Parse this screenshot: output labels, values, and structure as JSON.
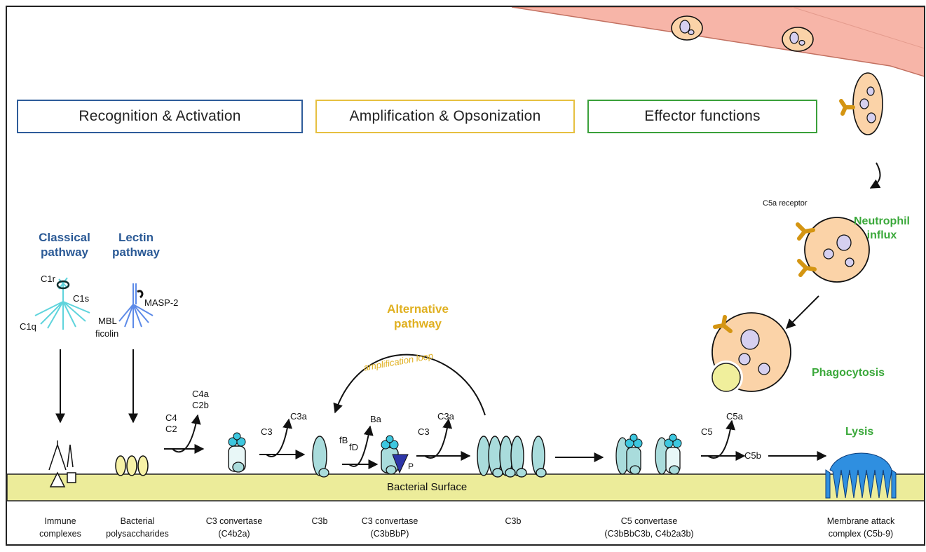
{
  "headers": {
    "recognition": "Recognition & Activation",
    "amplification": "Amplification & Opsonization",
    "effector": "Effector functions"
  },
  "pathways": {
    "classical_line1": "Classical",
    "classical_line2": "pathway",
    "lectin_line1": "Lectin",
    "lectin_line2": "pathway",
    "alternative_line1": "Alternative",
    "alternative_line2": "pathway",
    "amplification_loop": "amplification loop"
  },
  "molecules": {
    "c1r": "C1r",
    "c1s": "C1s",
    "c1q": "C1q",
    "masp2": "MASP-2",
    "mbl": "MBL",
    "ficolin": "ficolin",
    "c4": "C4",
    "c2": "C2",
    "c4a": "C4a",
    "c2b": "C2b",
    "c3_1": "C3",
    "c3a_1": "C3a",
    "fb": "fB",
    "fd": "fD",
    "ba": "Ba",
    "p": "P",
    "c3_2": "C3",
    "c3a_2": "C3a",
    "c5": "C5",
    "c5a": "C5a",
    "c5b": "C5b",
    "c5a_receptor": "C5a receptor"
  },
  "effects": {
    "neutrophil_line1": "Neutrophil",
    "neutrophil_line2": "influx",
    "phagocytosis": "Phagocytosis",
    "lysis": "Lysis"
  },
  "surface_label": "Bacterial Surface",
  "bottom_labels": {
    "immune_1": "Immune",
    "immune_2": "complexes",
    "polysacch_1": "Bacterial",
    "polysacch_2": "polysaccharides",
    "c3conv1_1": "C3 convertase",
    "c3conv1_2": "(C4b2a)",
    "c3b_1": "C3b",
    "c3conv2_1": "C3 convertase",
    "c3conv2_2": "(C3bBbP)",
    "c3b_2": "C3b",
    "c5conv_1": "C5 convertase",
    "c5conv_2": "(C3bBbC3b, C4b2a3b)",
    "mac_1": "Membrane attack",
    "mac_2": "complex (C5b-9)"
  },
  "colors": {
    "recognition_border": "#2e5c9a",
    "amplification_border": "#e6c040",
    "effector_border": "#3aa03a",
    "surface": "#ecec9a",
    "c3b_fill": "#a9dcdc",
    "cell_fill": "#fbd3a8",
    "vessel_fill": "#f7b5a8",
    "mac_fill": "#2f8fe0"
  }
}
